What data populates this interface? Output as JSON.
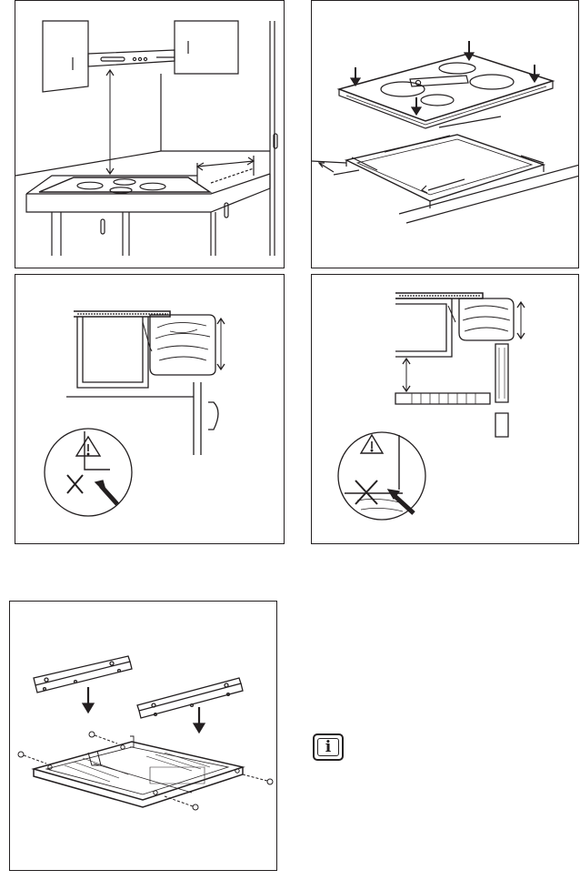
{
  "figures": [
    {
      "id": "hood-above-hob-clearance"
    },
    {
      "id": "hob-insertion-cutout-dimensions"
    },
    {
      "id": "under-counter-clearance-door"
    },
    {
      "id": "under-counter-clearance-shelf"
    },
    {
      "id": "protection-box-assembly"
    }
  ],
  "notes": {
    "icon_letter": "i"
  },
  "warnings": {
    "symbol": "!"
  },
  "colors": {
    "line": "#231f20",
    "background": "#ffffff"
  }
}
